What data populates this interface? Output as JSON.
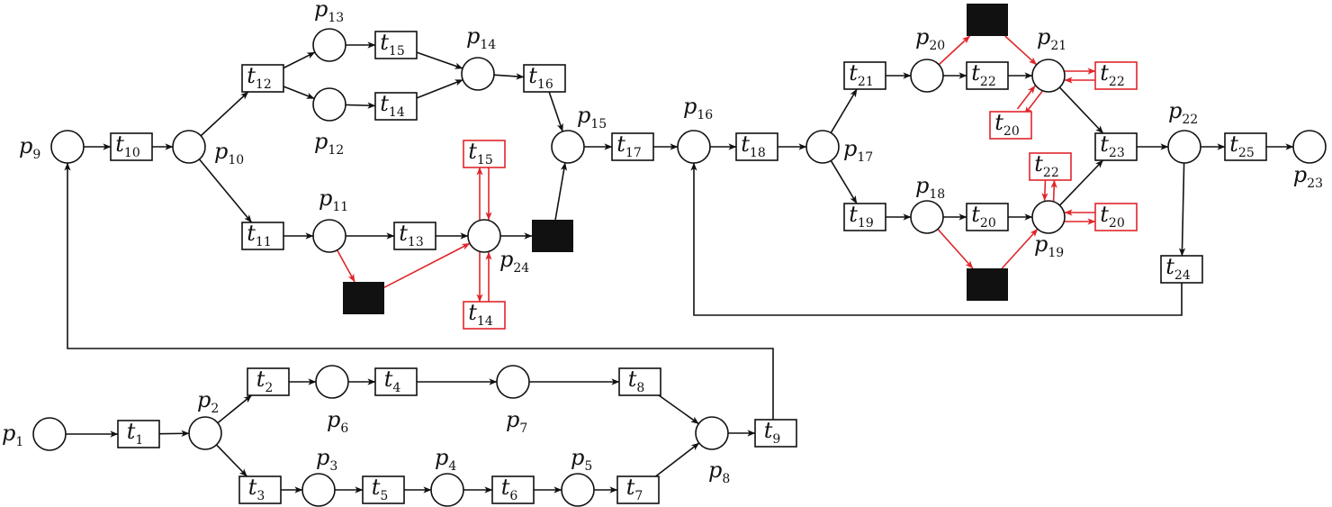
{
  "places": [
    {
      "id": "p1",
      "name": "p",
      "sub": "1"
    },
    {
      "id": "p2",
      "name": "p",
      "sub": "2"
    },
    {
      "id": "p3",
      "name": "p",
      "sub": "3"
    },
    {
      "id": "p4",
      "name": "p",
      "sub": "4"
    },
    {
      "id": "p5",
      "name": "p",
      "sub": "5"
    },
    {
      "id": "p6",
      "name": "p",
      "sub": "6"
    },
    {
      "id": "p7",
      "name": "p",
      "sub": "7"
    },
    {
      "id": "p8",
      "name": "p",
      "sub": "8"
    },
    {
      "id": "p9",
      "name": "p",
      "sub": "9"
    },
    {
      "id": "p10",
      "name": "p",
      "sub": "10"
    },
    {
      "id": "p11",
      "name": "p",
      "sub": "11"
    },
    {
      "id": "p12",
      "name": "p",
      "sub": "12"
    },
    {
      "id": "p13",
      "name": "p",
      "sub": "13"
    },
    {
      "id": "p14",
      "name": "p",
      "sub": "14"
    },
    {
      "id": "p15",
      "name": "p",
      "sub": "15"
    },
    {
      "id": "p16",
      "name": "p",
      "sub": "16"
    },
    {
      "id": "p17",
      "name": "p",
      "sub": "17"
    },
    {
      "id": "p18",
      "name": "p",
      "sub": "18"
    },
    {
      "id": "p19",
      "name": "p",
      "sub": "19"
    },
    {
      "id": "p20",
      "name": "p",
      "sub": "20"
    },
    {
      "id": "p21",
      "name": "p",
      "sub": "21"
    },
    {
      "id": "p22",
      "name": "p",
      "sub": "22"
    },
    {
      "id": "p23",
      "name": "p",
      "sub": "23"
    },
    {
      "id": "p24",
      "name": "p",
      "sub": "24"
    }
  ],
  "transitions": [
    {
      "id": "t1",
      "name": "t",
      "sub": "1",
      "color": "#111111"
    },
    {
      "id": "t2",
      "name": "t",
      "sub": "2",
      "color": "#111111"
    },
    {
      "id": "t3",
      "name": "t",
      "sub": "3",
      "color": "#111111"
    },
    {
      "id": "t4",
      "name": "t",
      "sub": "4",
      "color": "#111111"
    },
    {
      "id": "t5",
      "name": "t",
      "sub": "5",
      "color": "#111111"
    },
    {
      "id": "t6",
      "name": "t",
      "sub": "6",
      "color": "#111111"
    },
    {
      "id": "t7",
      "name": "t",
      "sub": "7",
      "color": "#111111"
    },
    {
      "id": "t8",
      "name": "t",
      "sub": "8",
      "color": "#111111"
    },
    {
      "id": "t9",
      "name": "t",
      "sub": "9",
      "color": "#111111"
    },
    {
      "id": "t10",
      "name": "t",
      "sub": "10",
      "color": "#111111"
    },
    {
      "id": "t11",
      "name": "t",
      "sub": "11",
      "color": "#111111"
    },
    {
      "id": "t12",
      "name": "t",
      "sub": "12",
      "color": "#111111"
    },
    {
      "id": "t13",
      "name": "t",
      "sub": "13",
      "color": "#111111"
    },
    {
      "id": "t14a",
      "name": "t",
      "sub": "14",
      "color": "#111111"
    },
    {
      "id": "t15a",
      "name": "t",
      "sub": "15",
      "color": "#111111"
    },
    {
      "id": "t16",
      "name": "t",
      "sub": "16",
      "color": "#111111"
    },
    {
      "id": "t17",
      "name": "t",
      "sub": "17",
      "color": "#111111"
    },
    {
      "id": "t18",
      "name": "t",
      "sub": "18",
      "color": "#111111"
    },
    {
      "id": "t19",
      "name": "t",
      "sub": "19",
      "color": "#111111"
    },
    {
      "id": "t20a",
      "name": "t",
      "sub": "20",
      "color": "#111111"
    },
    {
      "id": "t21",
      "name": "t",
      "sub": "21",
      "color": "#111111"
    },
    {
      "id": "t22a",
      "name": "t",
      "sub": "22",
      "color": "#111111"
    },
    {
      "id": "t23",
      "name": "t",
      "sub": "23",
      "color": "#111111"
    },
    {
      "id": "t24",
      "name": "t",
      "sub": "24",
      "color": "#111111"
    },
    {
      "id": "t25",
      "name": "t",
      "sub": "25",
      "color": "#111111"
    },
    {
      "id": "t15r",
      "name": "t",
      "sub": "15",
      "color": "#e0262b"
    },
    {
      "id": "t14r",
      "name": "t",
      "sub": "14",
      "color": "#e0262b"
    },
    {
      "id": "t22r1",
      "name": "t",
      "sub": "22",
      "color": "#e0262b"
    },
    {
      "id": "t20r1",
      "name": "t",
      "sub": "20",
      "color": "#e0262b"
    },
    {
      "id": "t22r2",
      "name": "t",
      "sub": "22",
      "color": "#e0262b"
    },
    {
      "id": "t20r2",
      "name": "t",
      "sub": "20",
      "color": "#e0262b"
    }
  ],
  "immediate_transitions": [
    "b1",
    "b2",
    "b3",
    "b4"
  ],
  "colors": {
    "normal": "#111111",
    "added": "#e0262b",
    "fill": "#ffffff",
    "immediate": "#111111"
  }
}
